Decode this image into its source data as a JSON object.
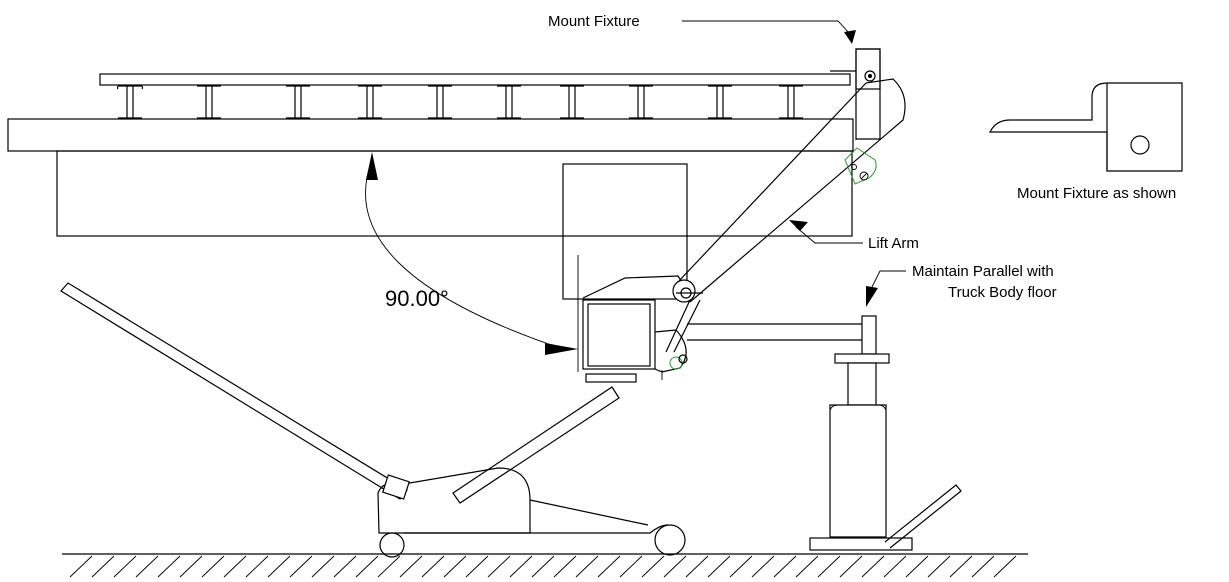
{
  "labels": {
    "mount_fixture": "Mount Fixture",
    "mount_fixture_as_shown": "Mount Fixture as shown",
    "lift_arm": "Lift Arm",
    "maintain_parallel_line1": "Maintain Parallel with",
    "maintain_parallel_line2": "Truck Body floor",
    "angle": "90.00°"
  },
  "colors": {
    "line": "#000000",
    "accent_green": "#2e9a3a",
    "background": "#ffffff"
  }
}
